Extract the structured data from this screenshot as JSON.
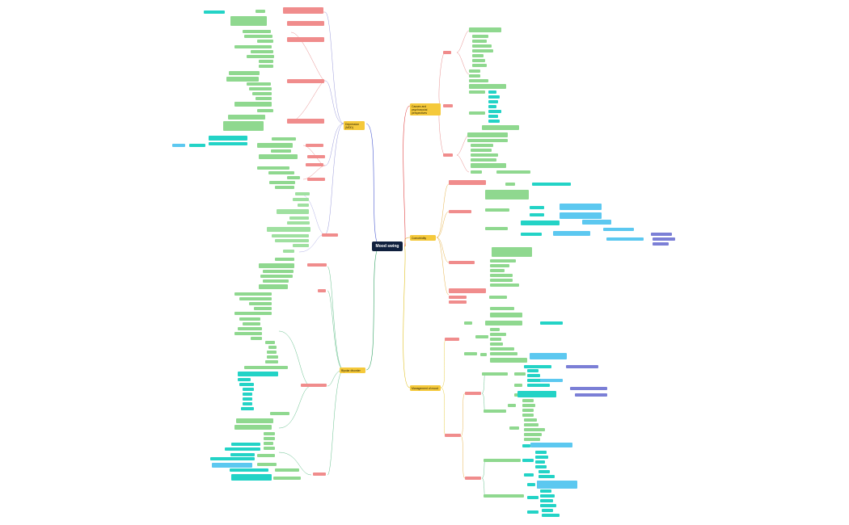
{
  "root": {
    "label": "Mood swing"
  },
  "branches": {
    "depression": "Depression (MDD)",
    "bipolar": "Bipolar disorder",
    "causes": "Causes and psychosocial perspectives",
    "comorbidity": "Comorbidity",
    "mgmt": "Management of mood"
  },
  "colors": {
    "root": "#0f1f3d",
    "l1": "#f5c93b",
    "l2": "#f08c8c",
    "l3": "#8fd88f",
    "cyan": "#23d3c6",
    "sky": "#5cc8f0",
    "purple": "#7b7fd6"
  }
}
